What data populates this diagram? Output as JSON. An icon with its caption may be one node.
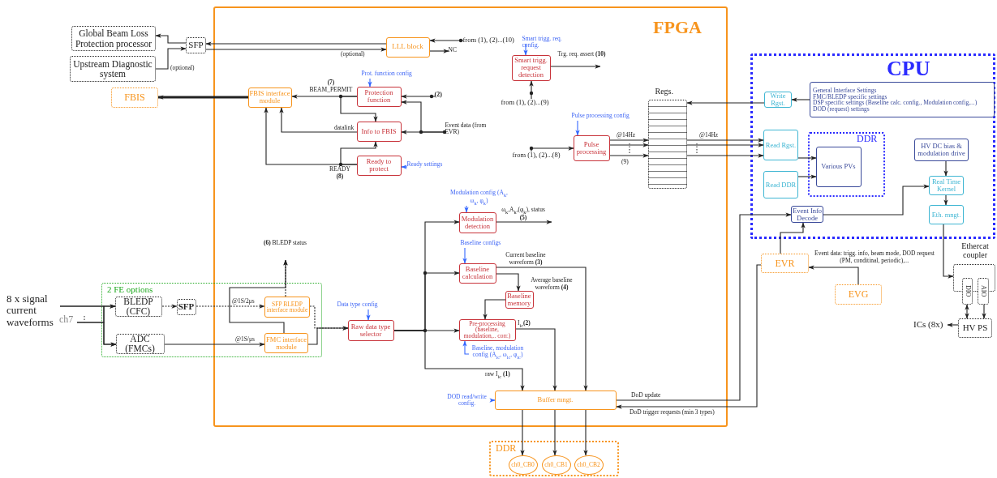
{
  "diagram": {
    "nodes": [
      {
        "text": [
          "FPGA"
        ]
      },
      {
        "text": [
          "CPU"
        ]
      },
      {
        "text": [
          "Global Beam Loss Protection processor"
        ]
      },
      {
        "text": [
          "Upstream Diagnostic system"
        ]
      },
      {
        "text": [
          "SFP"
        ]
      },
      {
        "text": [
          "FBIS"
        ]
      },
      {
        "text": [
          "LLL block"
        ],
        "in": 0
      },
      {
        "text": [
          "Smart trigg. request detection"
        ],
        "in": 0
      },
      {
        "text": [
          "FBIS interface module"
        ],
        "in": 0
      },
      {
        "text": [
          "Protection function"
        ],
        "in": 0
      },
      {
        "text": [
          "Info to FBIS"
        ],
        "in": 0
      },
      {
        "text": [
          "Ready to protect"
        ],
        "in": 0
      },
      {
        "text": [
          "Pulse processing"
        ],
        "in": 0
      },
      {
        "text": [
          "Regs."
        ],
        "in": 0
      },
      {
        "text": [
          "Write Rgst."
        ],
        "in": 1
      },
      {
        "text": [
          "General Interface Settings",
          "FMC/BLEDP specific settings",
          "DSP specific settings (Baseline calc. config., Modulation config,...)",
          "DOD (request) settings"
        ],
        "in": 1
      },
      {
        "text": [
          "Read Rgst."
        ],
        "in": 1
      },
      {
        "text": [
          "Read DDR"
        ],
        "in": 1
      },
      {
        "text": [
          "DDR"
        ],
        "in": 1
      },
      {
        "text": [
          "Various PVs"
        ],
        "in": 18
      },
      {
        "text": [
          "HV DC bias & modulation drive"
        ],
        "in": 1
      },
      {
        "text": [
          "Real Time Kernel"
        ],
        "in": 1
      },
      {
        "text": [
          "Eth. mngt."
        ],
        "in": 1
      },
      {
        "text": [
          "Event Info Decode"
        ],
        "in": 1
      },
      {
        "text": [
          "Modulation detection"
        ],
        "in": 0
      },
      {
        "text": [
          "Baseline calculation"
        ],
        "in": 0
      },
      {
        "text": [
          "Baseline memory"
        ],
        "in": 0
      },
      {
        "text": [
          "Pre-processing (baseline, modulation,.. corr.)"
        ],
        "in": 0
      },
      {
        "text": [
          "Raw data type selector"
        ],
        "in": 0
      },
      {
        "text": [
          "2 FE options"
        ]
      },
      {
        "text": [
          "BLEDP (CFC)"
        ],
        "in": 29
      },
      {
        "text": [
          "SFP"
        ],
        "in": 29
      },
      {
        "text": [
          "ADC (FMCs)"
        ],
        "in": 29
      },
      {
        "text": [
          "SFP BLEDP interface module"
        ]
      },
      {
        "text": [
          "FMC interface module"
        ]
      },
      {
        "text": [
          "Buffer mngt."
        ],
        "in": 0
      },
      {
        "text": [
          "DDR"
        ]
      },
      {
        "text": [
          "ch0_CB0"
        ],
        "in": 36
      },
      {
        "text": [
          "ch0_CB1"
        ],
        "in": 36
      },
      {
        "text": [
          "ch0_CB2"
        ],
        "in": 36
      },
      {
        "text": [
          "EVR"
        ]
      },
      {
        "text": [
          "EVG"
        ]
      },
      {
        "text": [
          "Ethercat coupler"
        ]
      },
      {
        "text": [
          "DIO"
        ]
      },
      {
        "text": [
          "AIO"
        ]
      },
      {
        "text": [
          "HV PS"
        ]
      },
      {
        "text": [
          "ICs (8x)"
        ]
      },
      {
        "text": [
          "from (1), (2)...(10)"
        ],
        "in": 0
      },
      {
        "text": [
          "Smart trigg. req. config."
        ],
        "in": 0
      },
      {
        "text": [
          "from (1), (2)...(9)"
        ],
        "in": 0
      },
      {
        "text": [
          "Prot. function config"
        ],
        "in": 0
      },
      {
        "text": [
          "(2)"
        ],
        "in": 0
      },
      {
        "text": [
          "Event data (from EVR)"
        ],
        "in": 0
      },
      {
        "text": [
          "Ready settings"
        ],
        "in": 0
      },
      {
        "text": [
          "Pulse processing config"
        ],
        "in": 0
      },
      {
        "text": [
          "from (1), (2)...(8)"
        ],
        "in": 0
      },
      {
        "text": [
          "Modulation config (A$_{k}$, ω$_{k}$, φ$_{k}$)"
        ],
        "in": 0
      },
      {
        "text": [
          "Baseline configs"
        ],
        "in": 0
      },
      {
        "text": [
          "Data type config"
        ],
        "in": 0
      },
      {
        "text": [
          "Baseline, modulation config (A$_{ic}$, ω$_{ic}$, φ$_{ic}$)"
        ],
        "in": 0
      },
      {
        "text": [
          "DOD read/write config."
        ],
        "in": 0
      },
      {
        "text": [
          "8 x signal current waveforms"
        ]
      },
      {
        "text": [
          "ch7"
        ]
      },
      {
        "text": [
          "NC"
        ],
        "in": 0
      },
      {
        "text": [
          "**(6)** BLEDP status"
        ],
        "in": 0
      }
    ],
    "edges": [
      {
        "from": 4,
        "to": 2,
        "arrow": "to"
      },
      {
        "from": 3,
        "to": 4,
        "arrow": "to",
        "label": "(optional)"
      },
      {
        "from": 6,
        "to": 4,
        "arrow": "to"
      },
      {
        "from": 4,
        "to": 6,
        "arrow": "to",
        "label": "(optional)"
      },
      {
        "from": 47,
        "to": 6,
        "arrow": "to"
      },
      {
        "from": 6,
        "to": 63,
        "arrow": "to"
      },
      {
        "from": 48,
        "to": 7,
        "arrow": "to",
        "color": "#3366ff"
      },
      {
        "from": 49,
        "to": 7,
        "arrow": "to"
      },
      {
        "from": 7,
        "to": null,
        "arrow": "to",
        "label": "Trg. req. assert **(10)**"
      },
      {
        "from": 50,
        "to": 9,
        "arrow": "to",
        "color": "#3366ff"
      },
      {
        "from": 51,
        "to": 9,
        "arrow": "to"
      },
      {
        "from": 52,
        "to": 9,
        "arrow": "to"
      },
      {
        "from": 52,
        "to": 10,
        "arrow": "to"
      },
      {
        "from": 53,
        "to": 11,
        "arrow": "to",
        "color": "#3366ff"
      },
      {
        "from": 9,
        "to": 8,
        "arrow": "to",
        "label": "**(7)** BEAM_PERMIT"
      },
      {
        "from": 9,
        "to": 10,
        "arrow": "to"
      },
      {
        "from": 10,
        "to": 8,
        "arrow": "to",
        "label": "datalink"
      },
      {
        "from": 11,
        "to": 8,
        "arrow": "to",
        "label": "READY **(8)**"
      },
      {
        "from": 11,
        "to": 10,
        "arrow": "to"
      },
      {
        "from": 8,
        "to": 5,
        "arrow": "to",
        "style": "thick"
      },
      {
        "from": 55,
        "to": 12,
        "arrow": "to"
      },
      {
        "from": 54,
        "to": 12,
        "arrow": "to",
        "color": "#3366ff"
      },
      {
        "from": 12,
        "to": 13,
        "arrow": "to",
        "label": "@14Hz"
      },
      {
        "from": 12,
        "to": 13,
        "arrow": "to"
      },
      {
        "from": 12,
        "to": 13,
        "arrow": "to",
        "label": "(9)"
      },
      {
        "from": 13,
        "to": 16,
        "arrow": "to",
        "label": "@14Hz"
      },
      {
        "from": 13,
        "to": 16,
        "arrow": "to"
      },
      {
        "from": 13,
        "to": 16,
        "arrow": "to"
      },
      {
        "from": 14,
        "to": 13,
        "arrow": "to"
      },
      {
        "from": 15,
        "to": 14,
        "arrow": "to"
      },
      {
        "from": 16,
        "to": 19,
        "arrow": "to"
      },
      {
        "from": 17,
        "to": 19,
        "arrow": "to"
      },
      {
        "from": 20,
        "to": 21,
        "arrow": "to"
      },
      {
        "from": 21,
        "to": 22,
        "arrow": "to"
      },
      {
        "from": 23,
        "to": 21,
        "arrow": "to"
      },
      {
        "from": 22,
        "to": 42,
        "arrow": "to"
      },
      {
        "from": 40,
        "to": 23,
        "arrow": "to"
      },
      {
        "from": 41,
        "to": 40,
        "arrow": "to",
        "label": "Event data: trigg. info, beam mode, DOD request (PM, conditinal, periodic),..."
      },
      {
        "from": 35,
        "to": 23,
        "arrow": "to",
        "label": "DoD update"
      },
      {
        "from": 40,
        "to": 35,
        "arrow": "to",
        "label": "DoD trigger requests (min 3 types)"
      },
      {
        "from": 61,
        "to": 30,
        "arrow": "to"
      },
      {
        "from": 61,
        "to": 32,
        "arrow": "to"
      },
      {
        "from": 62,
        "to": 32,
        "arrow": "to"
      },
      {
        "from": 62,
        "to": 30,
        "arrow": "to"
      },
      {
        "from": 30,
        "to": 31,
        "arrow": "to",
        "style": "dashed"
      },
      {
        "from": 31,
        "to": 33,
        "arrow": "to",
        "style": "dashed",
        "label": "@1S/2μs"
      },
      {
        "from": 32,
        "to": 34,
        "arrow": "to",
        "label": "@1S/μs"
      },
      {
        "from": 33,
        "to": 28,
        "arrow": "to",
        "style": "dashed"
      },
      {
        "from": 34,
        "to": 28,
        "arrow": "to"
      },
      {
        "from": 33,
        "to": 64,
        "arrow": "to",
        "style": "dashed"
      },
      {
        "from": 34,
        "to": 64,
        "arrow": "to"
      },
      {
        "from": 58,
        "to": 28,
        "arrow": "to",
        "color": "#3366ff"
      },
      {
        "from": 28,
        "to": 24,
        "arrow": "to"
      },
      {
        "from": 28,
        "to": 25,
        "arrow": "to"
      },
      {
        "from": 28,
        "to": 27,
        "arrow": "to"
      },
      {
        "from": 28,
        "to": 35,
        "arrow": "to",
        "label": "raw I$_{ic}$ **(1)**"
      },
      {
        "from": 25,
        "to": 26,
        "arrow": "to",
        "label": "Average baseline waveform **(4)**"
      },
      {
        "from": 26,
        "to": 27,
        "arrow": "to"
      },
      {
        "from": 25,
        "to": 35,
        "arrow": "to",
        "label": "Current baseline waveform **(3)**"
      },
      {
        "from": 27,
        "to": 35,
        "arrow": "to",
        "label": "I$_{ic}$**(2)**"
      },
      {
        "from": 24,
        "to": null,
        "arrow": "to",
        "label": "ω$_{k}$,A$_{k}$,(φ$_{k}$), status **(5)**"
      },
      {
        "from": 56,
        "to": 24,
        "arrow": "to",
        "color": "#3366ff"
      },
      {
        "from": 57,
        "to": 25,
        "arrow": "to",
        "color": "#3366ff"
      },
      {
        "from": 59,
        "to": 27,
        "arrow": "to",
        "color": "#3366ff"
      },
      {
        "from": 60,
        "to": 35,
        "arrow": "to",
        "color": "#3366ff"
      },
      {
        "from": 35,
        "to": 37,
        "arrow": "to"
      },
      {
        "from": 35,
        "to": 38,
        "arrow": "to"
      },
      {
        "from": 35,
        "to": 39,
        "arrow": "to"
      },
      {
        "from": 43,
        "to": 45,
        "arrow": "both"
      },
      {
        "from": 44,
        "to": 45,
        "arrow": "to"
      },
      {
        "from": 45,
        "to": 46,
        "arrow": "to"
      }
    ]
  }
}
